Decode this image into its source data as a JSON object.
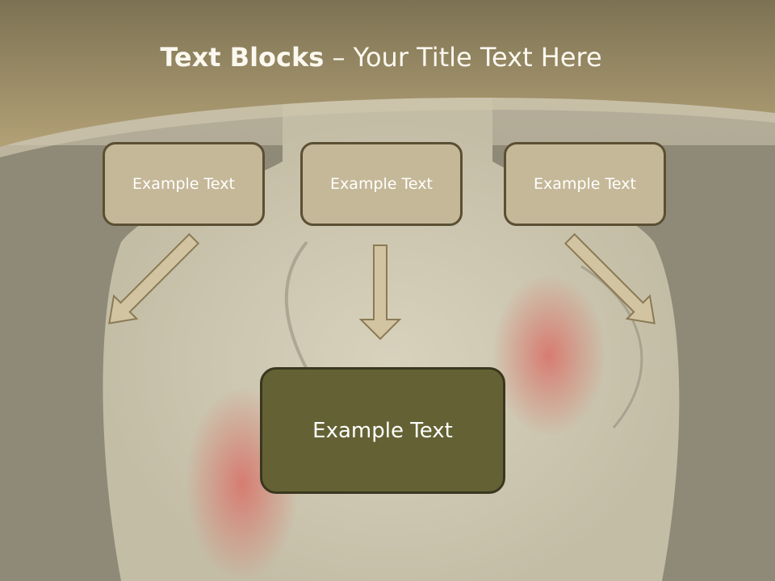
{
  "slide": {
    "title_bold": "Text Blocks",
    "title_separator": " – ",
    "title_rest": "Your Title Text Here"
  },
  "blocks": {
    "left": "Example Text",
    "center": "Example Text",
    "right": "Example Text",
    "bottom": "Example Text"
  },
  "colors": {
    "header_band": "#a8966c",
    "small_box_fill": "#c5b898",
    "small_box_border": "#5b4f33",
    "big_box_fill": "#646234",
    "arrow_fill": "#d2c4a0",
    "arrow_border": "#8a7a55"
  }
}
